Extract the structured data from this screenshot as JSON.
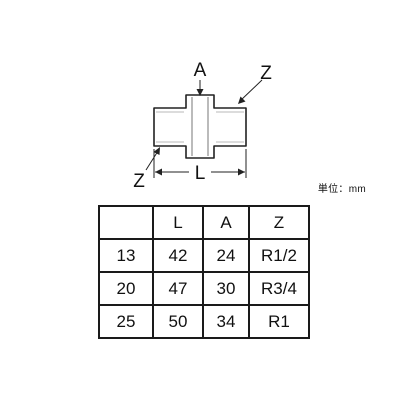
{
  "diagram": {
    "label_a": "A",
    "label_z_top": "Z",
    "label_z_bottom": "Z",
    "label_l": "L"
  },
  "unit": "単位：mm",
  "table": {
    "header": [
      "",
      "L",
      "A",
      "Z"
    ],
    "rows": [
      [
        "13",
        "42",
        "24",
        "R1/2"
      ],
      [
        "20",
        "47",
        "30",
        "R3/4"
      ],
      [
        "25",
        "50",
        "34",
        "R1"
      ]
    ]
  }
}
